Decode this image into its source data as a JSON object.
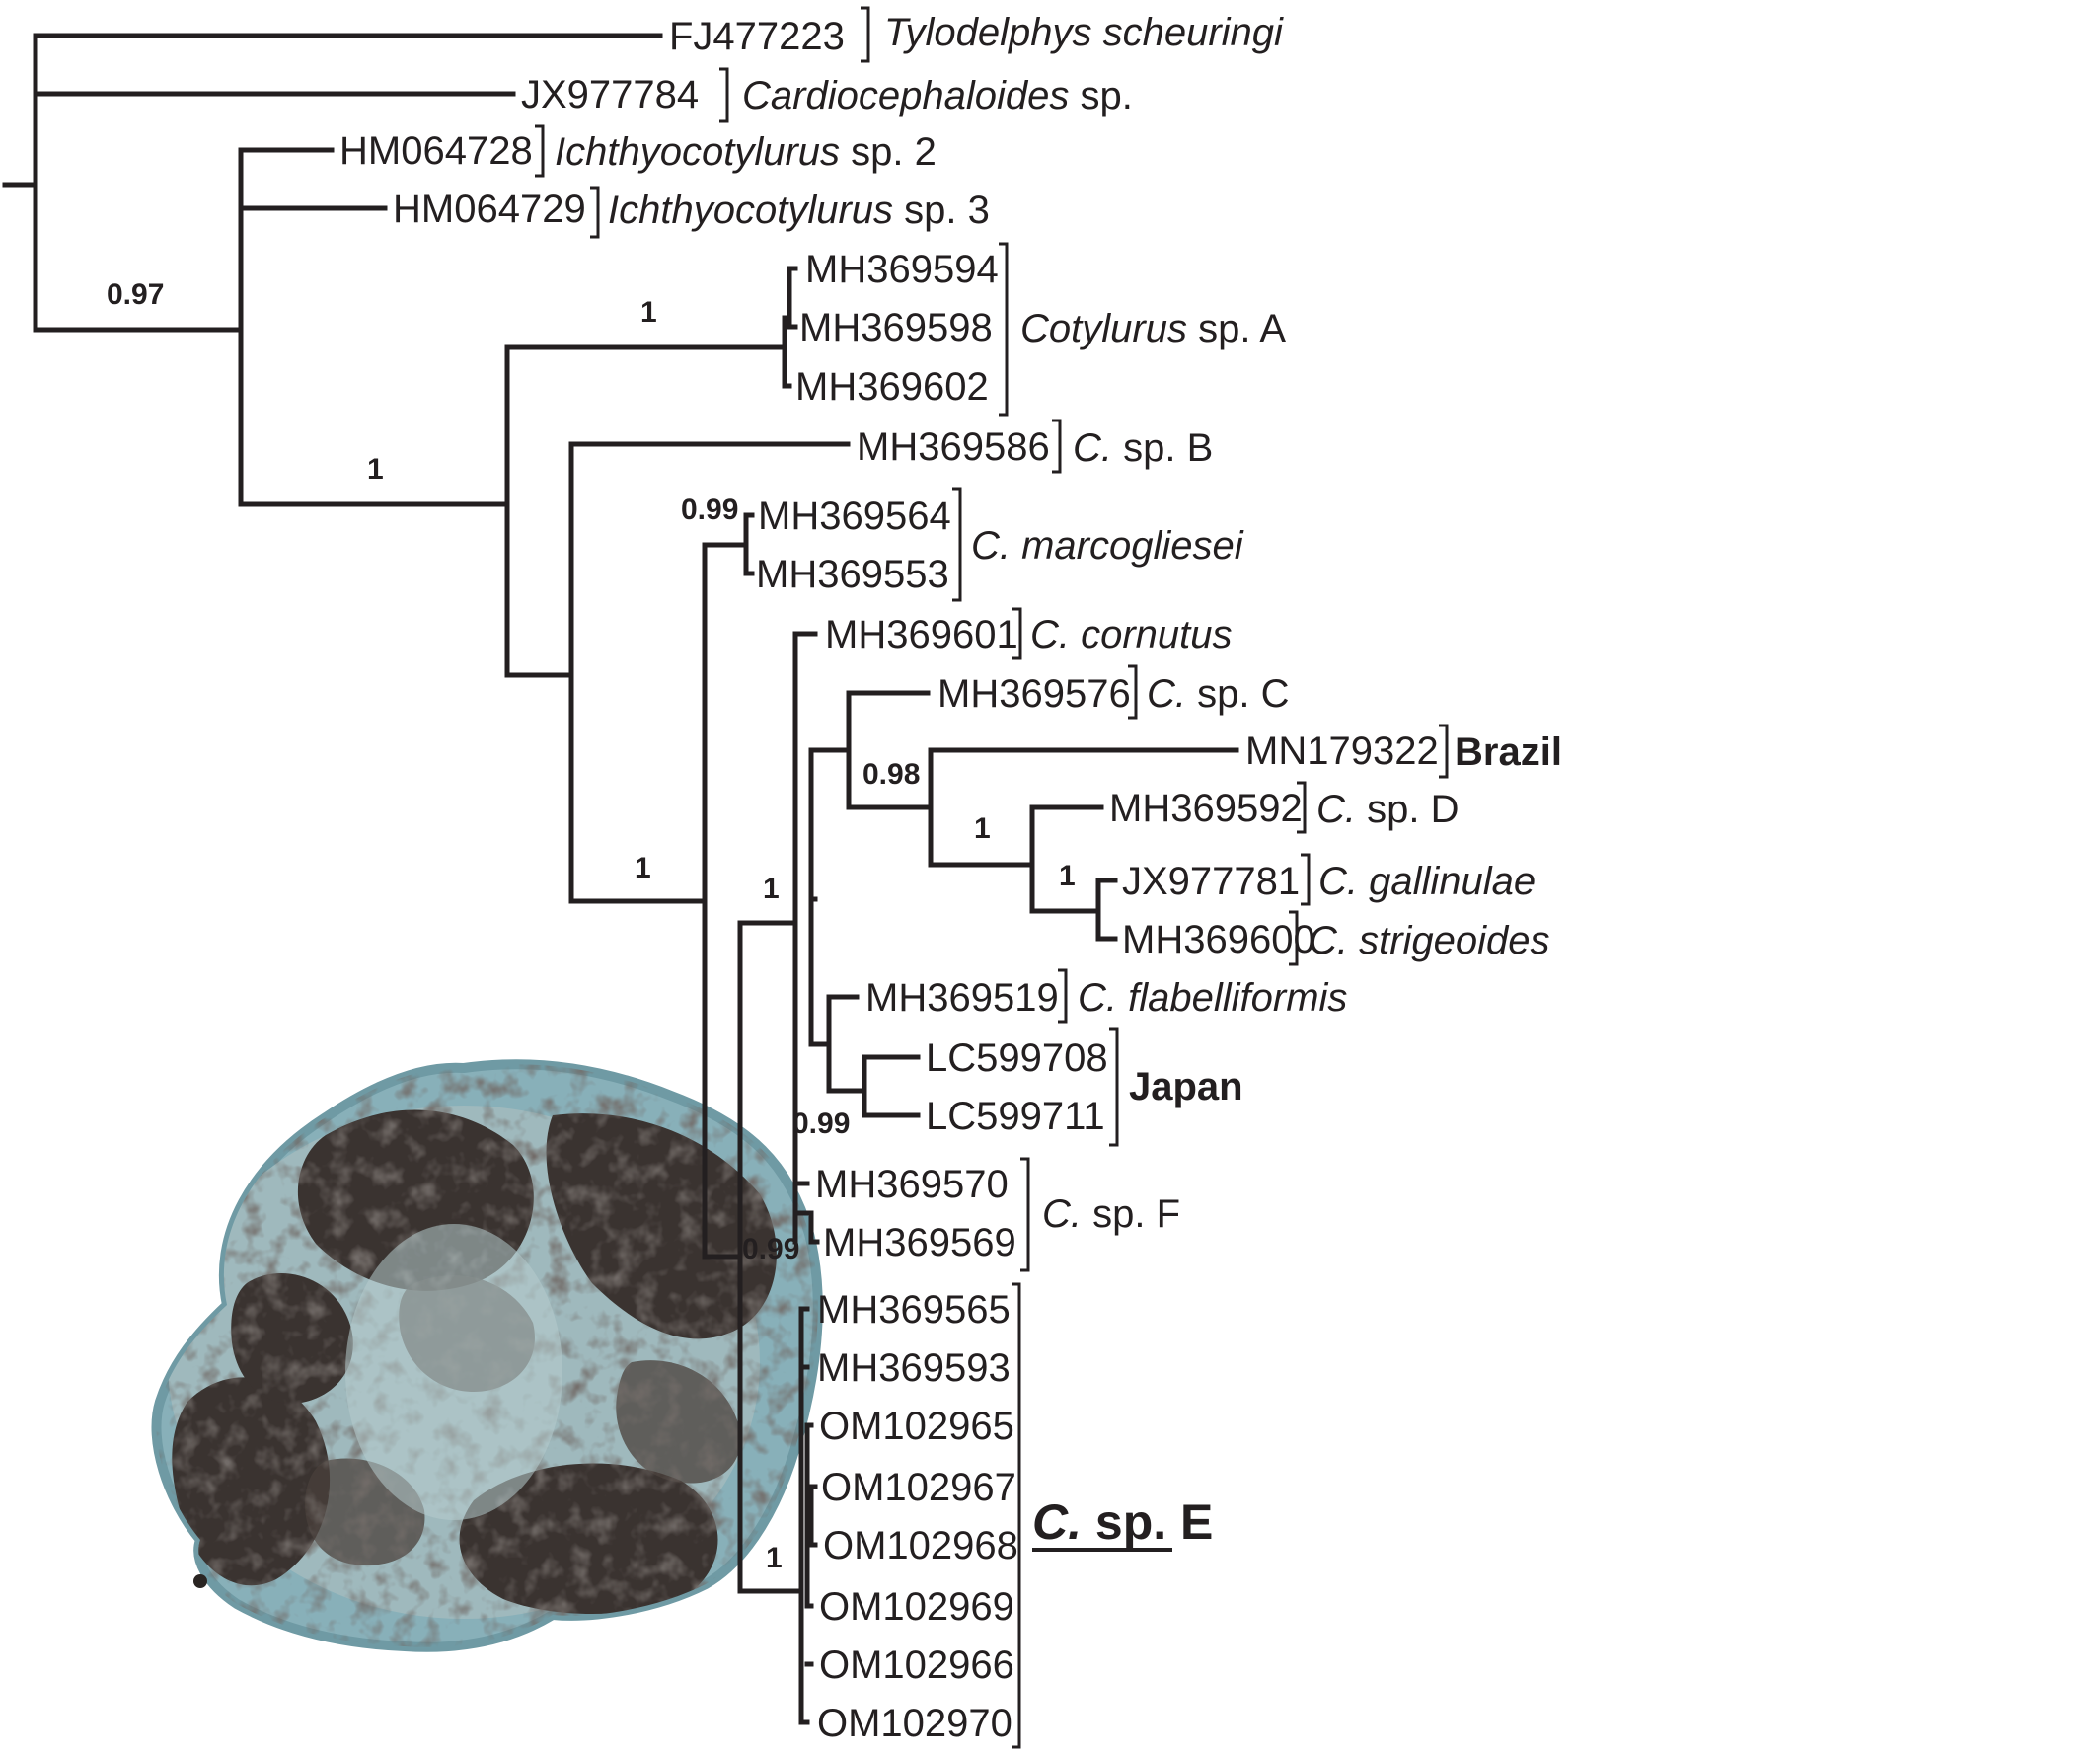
{
  "leaves": [
    {
      "id": "l1",
      "label": "FJ477223"
    },
    {
      "id": "l2",
      "label": "JX977784"
    },
    {
      "id": "l3",
      "label": "HM064728"
    },
    {
      "id": "l4",
      "label": "HM064729"
    },
    {
      "id": "l5",
      "label": "MH369594"
    },
    {
      "id": "l6",
      "label": "MH369598"
    },
    {
      "id": "l7",
      "label": "MH369602"
    },
    {
      "id": "l8",
      "label": "MH369586"
    },
    {
      "id": "l9",
      "label": "MH369564"
    },
    {
      "id": "l10",
      "label": "MH369553"
    },
    {
      "id": "l11",
      "label": "MH369601"
    },
    {
      "id": "l12",
      "label": "MH369576"
    },
    {
      "id": "l13",
      "label": "MN179322"
    },
    {
      "id": "l14",
      "label": "MH369592"
    },
    {
      "id": "l15",
      "label": "JX977781"
    },
    {
      "id": "l16",
      "label": "MH369600"
    },
    {
      "id": "l17",
      "label": "MH369519"
    },
    {
      "id": "l18",
      "label": "LC599708"
    },
    {
      "id": "l19",
      "label": "LC599711"
    },
    {
      "id": "l20",
      "label": "MH369570"
    },
    {
      "id": "l21",
      "label": "MH369569"
    },
    {
      "id": "l22",
      "label": "MH369565"
    },
    {
      "id": "l23",
      "label": "MH369593"
    },
    {
      "id": "l24",
      "label": "OM102965"
    },
    {
      "id": "l25",
      "label": "OM102967"
    },
    {
      "id": "l26",
      "label": "OM102968"
    },
    {
      "id": "l27",
      "label": "OM102969"
    },
    {
      "id": "l28",
      "label": "OM102966"
    },
    {
      "id": "l29",
      "label": "OM102970"
    }
  ],
  "taxa": [
    {
      "id": "t1",
      "italic": "Tylodelphys scheuringi",
      "plain": ""
    },
    {
      "id": "t2",
      "italic": "Cardiocephaloides",
      "plain": " sp."
    },
    {
      "id": "t3",
      "italic": "Ichthyocotylurus",
      "plain": " sp. 2"
    },
    {
      "id": "t4",
      "italic": "Ichthyocotylurus",
      "plain": " sp. 3"
    },
    {
      "id": "t5",
      "italic": "Cotylurus",
      "plain": " sp. A"
    },
    {
      "id": "t6",
      "italic": "C.",
      "plain": " sp. B"
    },
    {
      "id": "t7",
      "italic": "C. marcogliesei",
      "plain": ""
    },
    {
      "id": "t8",
      "italic": "C. cornutus",
      "plain": ""
    },
    {
      "id": "t9",
      "italic": "C.",
      "plain": " sp. C"
    },
    {
      "id": "t10",
      "italic": "",
      "plain": "Brazil"
    },
    {
      "id": "t11",
      "italic": "C.",
      "plain": " sp. D"
    },
    {
      "id": "t12",
      "italic": "C. gallinulae",
      "plain": ""
    },
    {
      "id": "t13",
      "italic": "C. strigeoides",
      "plain": ""
    },
    {
      "id": "t14",
      "italic": "C. flabelliformis",
      "plain": ""
    },
    {
      "id": "t15",
      "italic": "",
      "plain": "Japan"
    },
    {
      "id": "t16",
      "italic": "C.",
      "plain": " sp. F"
    },
    {
      "id": "t17",
      "italic": "C.",
      "plain": " sp. E"
    }
  ],
  "support": [
    {
      "id": "s1",
      "value": "0.97"
    },
    {
      "id": "s2",
      "value": "1"
    },
    {
      "id": "s3",
      "value": "1"
    },
    {
      "id": "s4",
      "value": "0.99"
    },
    {
      "id": "s5",
      "value": "1"
    },
    {
      "id": "s6",
      "value": "1"
    },
    {
      "id": "s7",
      "value": "0.98"
    },
    {
      "id": "s8",
      "value": "1"
    },
    {
      "id": "s9",
      "value": "1"
    },
    {
      "id": "s10",
      "value": "0.99"
    },
    {
      "id": "s11",
      "value": "0.99"
    },
    {
      "id": "s12",
      "value": "1"
    }
  ],
  "inset_photo": {
    "subject": "parasite-cyst-micrograph",
    "tint": "#7fa9b3",
    "dark": "#2a2522"
  }
}
